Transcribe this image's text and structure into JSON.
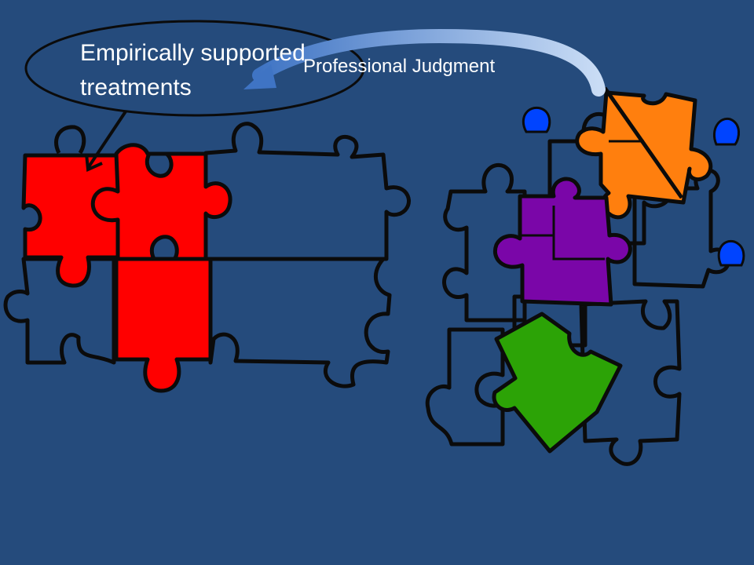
{
  "labels": {
    "empirically_supported": [
      "Empirically supported",
      "treatments"
    ],
    "professional_judgment": "Professional Judgment"
  },
  "colors": {
    "background": "#254b7c",
    "outline": "#0b0b0b",
    "red_piece": "#ff0000",
    "orange_piece": "#ff7f0e",
    "purple_piece": "#7a06a8",
    "green_piece": "#2ca306",
    "blue_tab": "#0044ff",
    "arrow": "#8fb4e6"
  },
  "icons": [
    "puzzle-piece-icon",
    "curved-arrow-icon"
  ]
}
